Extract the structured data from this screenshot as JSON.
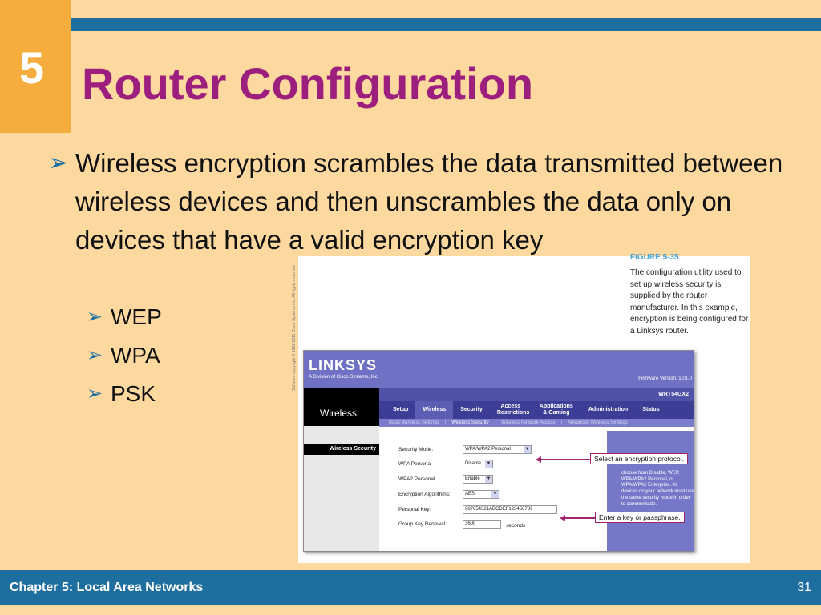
{
  "slide": {
    "chapter_number": "5",
    "title": "Router Configuration",
    "main_bullet": "Wireless encryption scrambles the data transmitted between wireless devices and then unscrambles the data only on devices that have a valid encryption key",
    "sub_bullets": [
      "WEP",
      "WPA",
      "PSK"
    ],
    "footer": "Chapter 5: Local Area Networks",
    "page_number": "31",
    "arrow_glyph": "➢"
  },
  "figure": {
    "label": "FIGURE 5-35",
    "caption": "The configuration utility used to set up wireless security is supplied by the router manufacturer. In this example, encryption is being configured for a Linksys router."
  },
  "router_ui": {
    "logo": "LINKSYS",
    "division": "A Division of Cisco Systems, Inc.",
    "firmware": "Firmware Version: 1.01.0",
    "model": "WRT54GX2",
    "section": "Wireless",
    "nav": [
      "Setup",
      "Wireless",
      "Security",
      "Access Restrictions",
      "Applications & Gaming",
      "Administration",
      "Status"
    ],
    "subnav": [
      "Basic Wireless Settings",
      "|",
      "Wireless Security",
      "|",
      "Wireless Network Access",
      "|",
      "Advanced Wireless Settings"
    ],
    "sidebar_active": "Wireless Security",
    "fields": {
      "security_mode": {
        "label": "Security Mode:",
        "value": "WPA/WPA2 Personal"
      },
      "wpa_personal": {
        "label": "WPA Personal",
        "value": "Disable"
      },
      "wpa2_personal": {
        "label": "WPA2 Personal",
        "value": "Enable"
      },
      "encryption": {
        "label": "Encryption Algorithms:",
        "value": "AES"
      },
      "personal_key": {
        "label": "Personal Key:",
        "value": "987654321ABCDEF123456789"
      },
      "group_key": {
        "label": "Group Key Renewal:",
        "value": "3600",
        "unit": "seconds"
      }
    },
    "help_text": "choose from Disable, WEP, WPA/WPA2 Personal, or WPA/WPA2 Enterprise. All devices on your network must use the same security mode in order to communicate.",
    "callout_protocol": "Select an encryption protocol.",
    "callout_key": "Enter a key or passphrase.",
    "copyright": "Software copyright © 1992-2011 Cisco Systems Inc. All rights reserved."
  },
  "colors": {
    "background": "#fdd9a0",
    "title": "#9c1f7e",
    "accent_bar": "#1f6ea0",
    "chapter_box": "#f5ae3e"
  }
}
